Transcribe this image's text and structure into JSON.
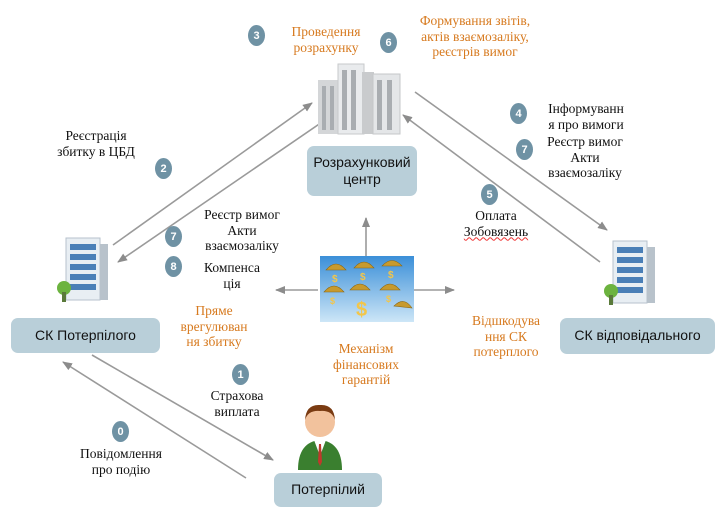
{
  "boxes": {
    "settlement_center": "Розрахунковий центр",
    "victim_insurer": "СК Потерпілого",
    "liable_insurer": "СК відповідального",
    "victim": "Потерпілий"
  },
  "steps": {
    "n0": "0",
    "n1": "1",
    "n2": "2",
    "n3": "3",
    "n4": "4",
    "n5": "5",
    "n6": "6",
    "n7a": "7",
    "n7b": "7",
    "n8": "8"
  },
  "labels": {
    "calculation": [
      "Проведення",
      "розрахунку"
    ],
    "reports": [
      "Формування звітів,",
      "актів взаємозаліку,",
      "реєстрів вимог"
    ],
    "registration": [
      "Реєстрація",
      "збитку в ЦБД"
    ],
    "informing": [
      "Інформуванн",
      "я про вимоги"
    ],
    "registry_acts_right": [
      "Реєстр вимог",
      "Акти",
      "взаємозаліку"
    ],
    "payment": [
      "Оплата"
    ],
    "payment_obligations": "Зобовязень",
    "registry_acts_left": [
      "Реєстр вимог",
      "Акти",
      "взаємозаліку"
    ],
    "compensation": [
      "Компенса",
      "ція"
    ],
    "direct_settlement": [
      "Пряме",
      "врегулюван",
      "ня збитку"
    ],
    "mechanism": [
      "Механізм",
      "фінансових",
      "гарантій"
    ],
    "reimbursement": [
      "Відшкодува",
      "ння СК",
      "потерплого"
    ],
    "insurance_payment": [
      "Страхова",
      "виплата"
    ],
    "notification": [
      "Повідомлення",
      "про подію"
    ]
  },
  "icons": {
    "center": "office-towers-icon",
    "left": "insurer-building-icon",
    "right": "insurer-building-icon",
    "victim": "person-icon",
    "middle": "parachutes-dollars-icon"
  },
  "colors": {
    "box": "#b9cfd9",
    "step_badge": "#6f92a4",
    "orange_text": "#d77a1f",
    "arrow": "#8c8c8c"
  }
}
